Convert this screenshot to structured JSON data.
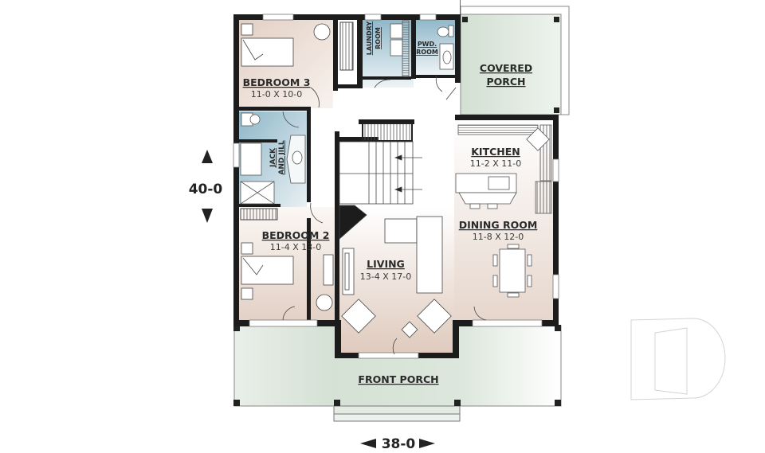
{
  "plan": {
    "rooms": [
      {
        "id": "bedroom3",
        "name": "BEDROOM 3",
        "size": "11-0 X 10-0"
      },
      {
        "id": "laundry",
        "name": "LAUNDRY",
        "name2": "ROOM"
      },
      {
        "id": "powder",
        "name": "PWD.",
        "name2": "ROOM"
      },
      {
        "id": "covered_porch",
        "name": "COVERED",
        "name2": "PORCH"
      },
      {
        "id": "jack_and_jill",
        "name": "JACK",
        "name2": "AND JILL"
      },
      {
        "id": "kitchen",
        "name": "KITCHEN",
        "size": "11-2 X 11-0"
      },
      {
        "id": "dining",
        "name": "DINING ROOM",
        "size": "11-8 X 12-0"
      },
      {
        "id": "bedroom2",
        "name": "BEDROOM 2",
        "size": "11-4 X 13-0"
      },
      {
        "id": "living",
        "name": "LIVING",
        "size": "13-4 X 17-0"
      },
      {
        "id": "front_porch",
        "name": "FRONT PORCH"
      }
    ],
    "dimensions": {
      "depth": "40-0",
      "width": "38-0"
    },
    "colors": {
      "wall": "#1c1c1c",
      "bedroom_fill": "#e8d8cf",
      "wet_fill": "#9fc3d2",
      "porch_fill": "#d9e4d9",
      "living_fill": "#e3d3c9"
    }
  }
}
